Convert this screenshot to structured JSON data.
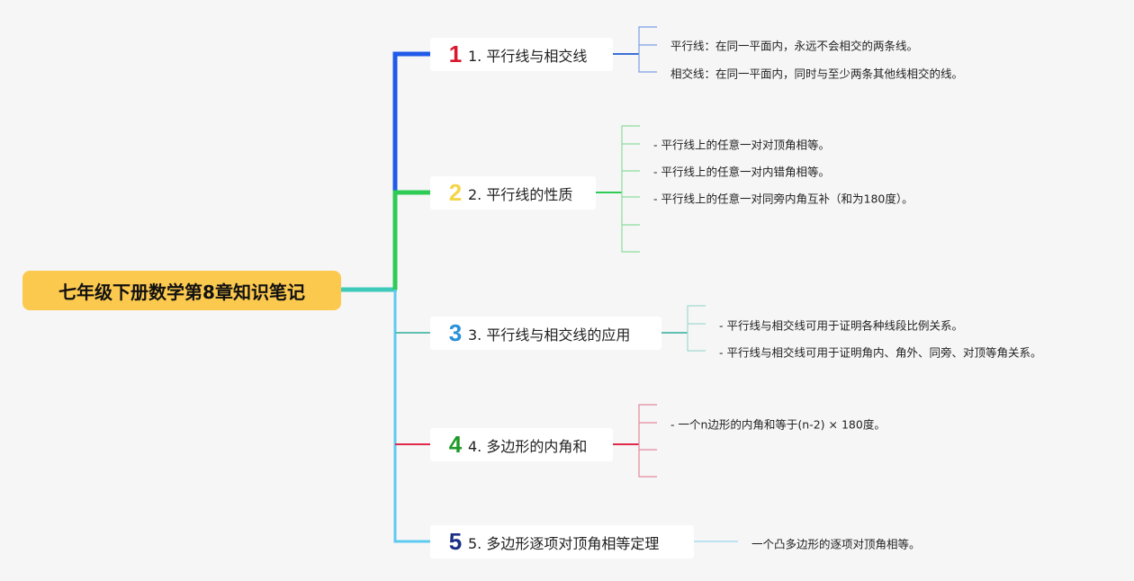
{
  "root": {
    "title": "七年级下册数学第8章知识笔记"
  },
  "branches": [
    {
      "num": "1",
      "label": "1. 平行线与相交线",
      "color": "#1f5ae8",
      "num_color": "#d9172e",
      "leaves": [
        "平行线：在同一平面内，永远不会相交的两条线。",
        "相交线：在同一平面内，同时与至少两条其他线相交的线。"
      ]
    },
    {
      "num": "2",
      "label": "2. 平行线的性质",
      "color": "#2ecc55",
      "num_color": "#f5d547",
      "leaves": [
        "- 平行线上的任意一对对顶角相等。",
        "- 平行线上的任意一对内错角相等。",
        "- 平行线上的任意一对同旁内角互补（和为180度）。"
      ]
    },
    {
      "num": "3",
      "label": "3. 平行线与相交线的应用",
      "color": "#5fbfb0",
      "num_color": "#2a90d8",
      "leaves": [
        "- 平行线与相交线可用于证明各种线段比例关系。",
        "- 平行线与相交线可用于证明角内、角外、同旁、对顶等角关系。"
      ]
    },
    {
      "num": "4",
      "label": "4. 多边形的内角和",
      "color": "#e0294a",
      "num_color": "#1f9a2a",
      "leaves": [
        "- 一个n边形的内角和等于(n-2) × 180度。"
      ]
    },
    {
      "num": "5",
      "label": "5. 多边形逐项对顶角相等定理",
      "color": "#8fd3ea",
      "num_color": "#1a2f85",
      "leaves": [
        "一个凸多边形的逐项对顶角相等。"
      ]
    }
  ]
}
